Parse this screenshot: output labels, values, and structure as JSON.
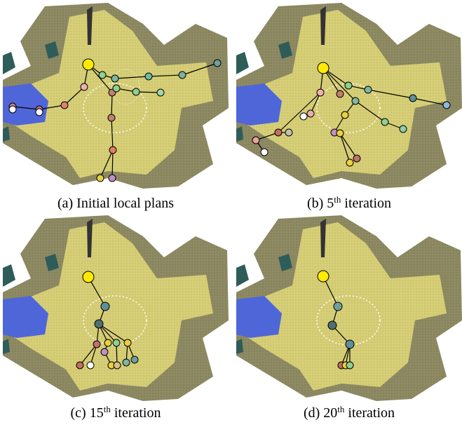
{
  "figure": {
    "panels": [
      {
        "id": "a",
        "label": "(a)",
        "caption_prefix": "Initial local plans",
        "superscript": "",
        "caption_suffix": ""
      },
      {
        "id": "b",
        "label": "(b)",
        "caption_prefix": "5",
        "superscript": "th",
        "caption_suffix": " iteration"
      },
      {
        "id": "c",
        "label": "(c)",
        "caption_prefix": "15",
        "superscript": "th",
        "caption_suffix": " iteration"
      },
      {
        "id": "d",
        "label": "(d)",
        "caption_prefix": "20",
        "superscript": "th",
        "caption_suffix": " iteration"
      }
    ]
  },
  "colors": {
    "terrain_traversable": "#d6cf77",
    "terrain_rough": "#8e8a63",
    "water": "#4f66d9",
    "obstacle_teal": "#2e5c59",
    "noise_white": "#ffffff",
    "start_node": "#ffeb00",
    "edge": "#000000"
  }
}
